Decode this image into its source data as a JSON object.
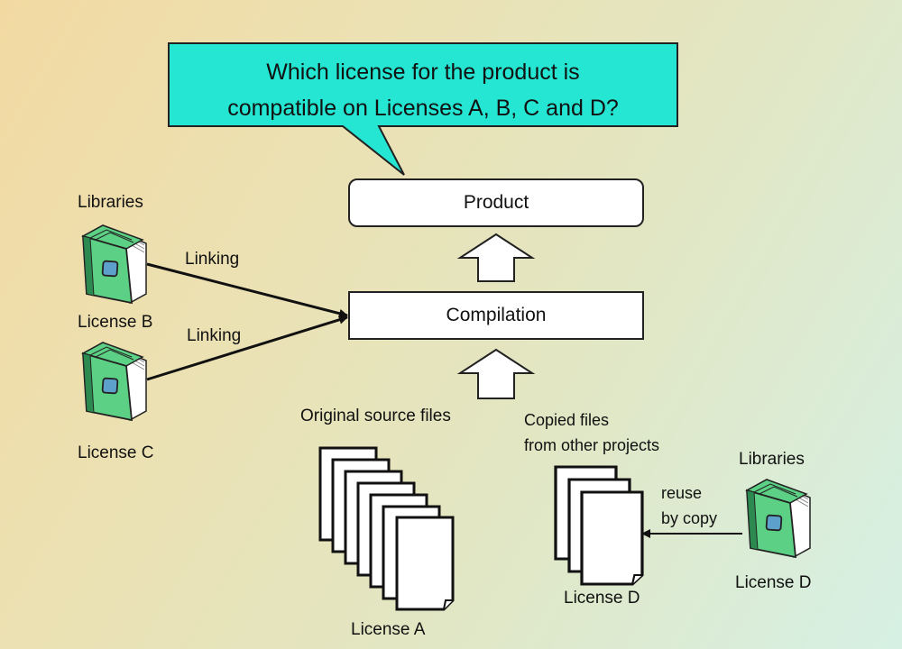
{
  "callout": {
    "line1": "Which license for the product is",
    "line2": "compatible on Licenses A, B, C and D?"
  },
  "boxes": {
    "product": "Product",
    "compilation": "Compilation"
  },
  "links": {
    "upper": "Linking",
    "lower": "Linking"
  },
  "libraries_left": {
    "title": "Libraries",
    "license_b": "License B",
    "license_c": "License C"
  },
  "sources": {
    "original_label": "Original source files",
    "original_license": "License A",
    "copied_label_line1": "Copied files",
    "copied_label_line2": "from other projects",
    "copied_license": "License D"
  },
  "libraries_right": {
    "title": "Libraries",
    "license": "License D",
    "reuse_line1": "reuse",
    "reuse_line2": "by copy"
  },
  "colors": {
    "callout_fill": "#24e6d2",
    "book_green": "#5cd084",
    "book_dark": "#2c8a50",
    "book_badge": "#5da0cc"
  }
}
